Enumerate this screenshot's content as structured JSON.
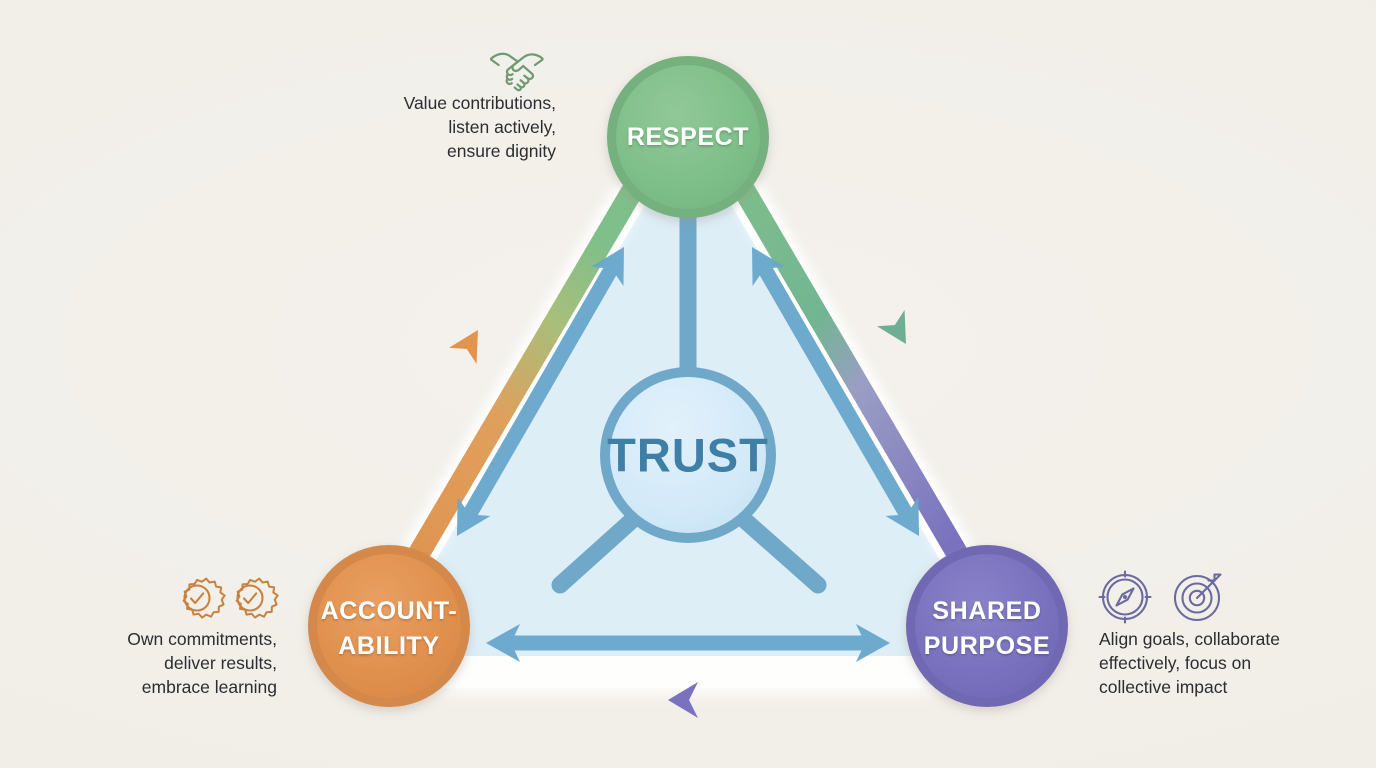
{
  "diagram": {
    "title_center": "TRUST",
    "background_color": "#f2efe9",
    "inner_fill_color": "#deeef7",
    "center_ring_color": "#6fa8c9",
    "center_fill_color": "#d2e9f8",
    "center_text_color": "#3f7fa6",
    "inner_arrow_color": "#6aa8cd"
  },
  "nodes": [
    {
      "id": "respect",
      "label": "RESPECT",
      "label_lines": [
        "RESPECT"
      ],
      "color": "#7fbf8a",
      "ring_color": "#74b07f",
      "caption": "Value contributions, listen actively, ensure dignity",
      "caption_lines": [
        "Value contributions,",
        "listen actively,",
        "ensure dignity"
      ],
      "icons": [
        "handshake-icon"
      ],
      "icon_color": "#6e9b73"
    },
    {
      "id": "accountability",
      "label": "ACCOUNT-ABILITY",
      "label_lines": [
        "ACCOUNT-",
        "ABILITY"
      ],
      "color": "#e1914e",
      "ring_color": "#d4884a",
      "caption": "Own commitments, deliver results, embrace learning",
      "caption_lines": [
        "Own commitments,",
        "deliver results,",
        "embrace learning"
      ],
      "icons": [
        "gear-check-icon",
        "gear-check-icon"
      ],
      "icon_color": "#c8823f"
    },
    {
      "id": "shared-purpose",
      "label": "SHARED PURPOSE",
      "label_lines": [
        "SHARED",
        "PURPOSE"
      ],
      "color": "#7a72be",
      "ring_color": "#6f68b2",
      "caption": "Align goals, collaborate effectively, focus on collective impact",
      "caption_lines": [
        "Align goals, collaborate",
        "effectively, focus on",
        "collective impact"
      ],
      "icons": [
        "compass-icon",
        "target-arrow-icon"
      ],
      "icon_color": "#6b6a9e"
    }
  ],
  "edges": [
    {
      "id": "accountability-to-respect",
      "from": "accountability",
      "to": "respect",
      "direction": "up-left-edge",
      "gradient": [
        "#e1914e",
        "#7fbf8a"
      ]
    },
    {
      "id": "respect-to-shared-purpose",
      "from": "respect",
      "to": "shared-purpose",
      "direction": "down-right-edge",
      "gradient": [
        "#7fbf8a",
        "#7a72be"
      ]
    },
    {
      "id": "shared-purpose-to-accountability",
      "from": "shared-purpose",
      "to": "accountability",
      "direction": "left-bottom-edge",
      "gradient": [
        "#7a72be",
        "#e1914e"
      ]
    }
  ],
  "inner_arrows": [
    {
      "id": "trust-respect-accountability",
      "style": "double-headed"
    },
    {
      "id": "trust-respect-shared-purpose",
      "style": "double-headed"
    },
    {
      "id": "accountability-shared-purpose",
      "style": "double-headed"
    }
  ]
}
